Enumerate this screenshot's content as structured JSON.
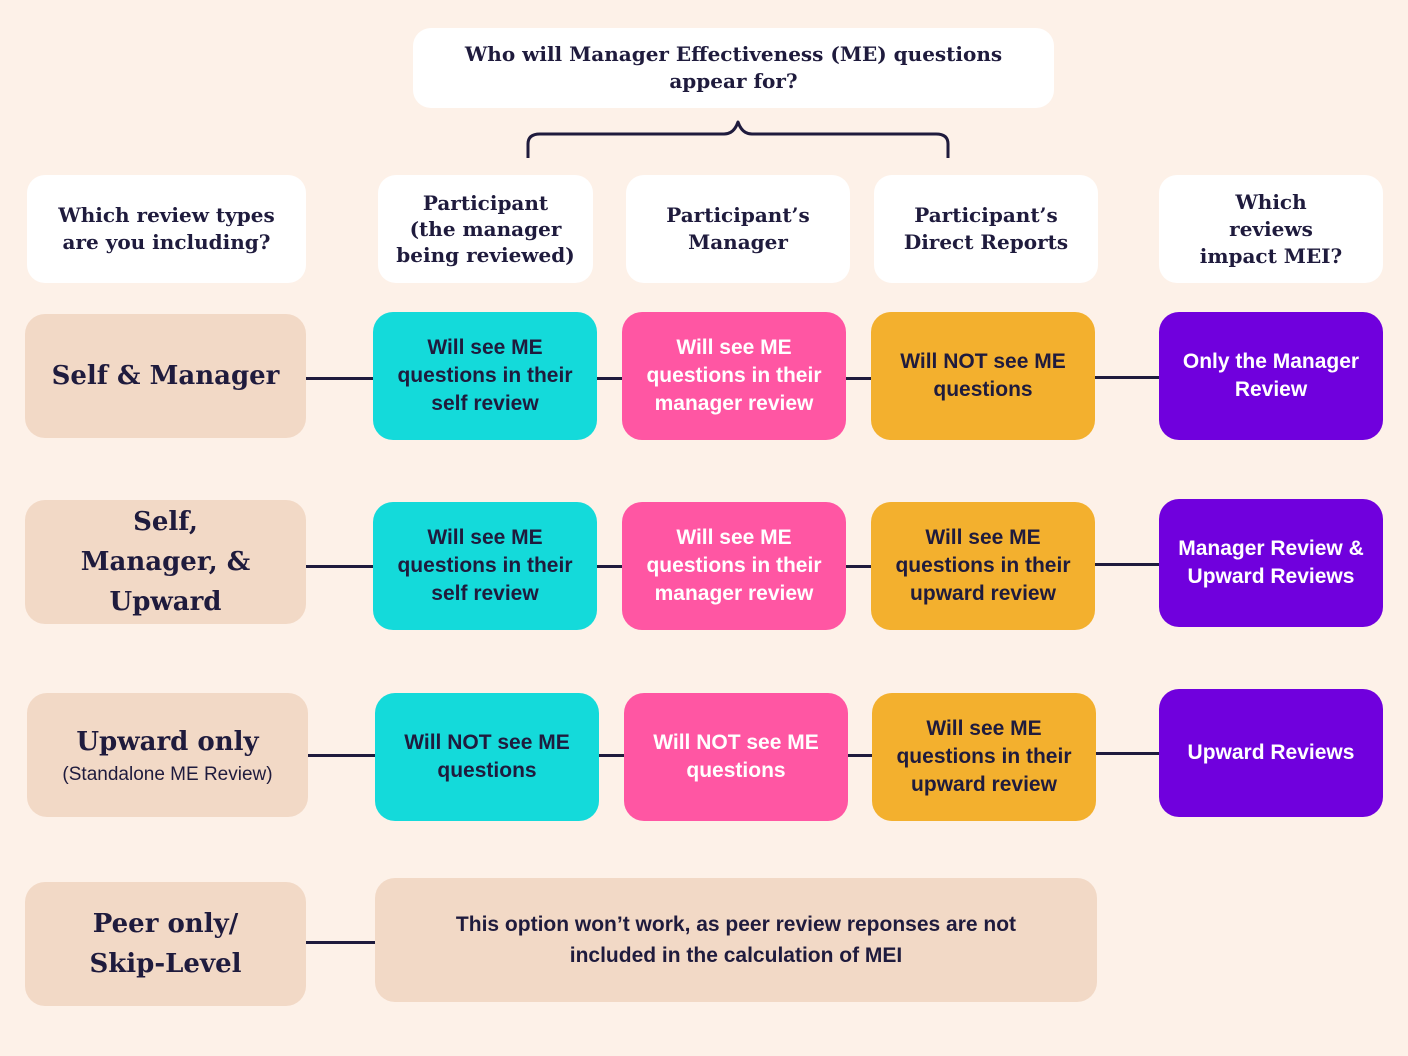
{
  "question": "Who will Manager Effectiveness (ME) questions appear for?",
  "headers": {
    "review_types": "Which review types are you including?",
    "participant_line1": "Participant",
    "participant_line2": "(the manager being reviewed)",
    "manager": "Participant’s Manager",
    "direct_reports": "Participant’s Direct Reports",
    "impact": "Which reviews impact MEI?"
  },
  "rows": [
    {
      "label": "Self & Manager",
      "participant": "Will see ME questions in their self review",
      "manager": "Will see ME questions in their manager review",
      "direct_reports": {
        "pre": "Will ",
        "strong": "NOT",
        "post": " see ME questions"
      },
      "impact": "Only the Manager Review"
    },
    {
      "label": "Self, Manager, & Upward",
      "participant": "Will see ME questions in their self review",
      "manager": "Will see ME questions in their manager review",
      "direct_reports": "Will see ME questions in their upward review",
      "impact": "Manager Review & Upward Reviews"
    },
    {
      "label": "Upward only",
      "sublabel": "(Standalone ME Review)",
      "participant": {
        "pre": "Will ",
        "strong": "NOT",
        "post": " see ME questions"
      },
      "manager": {
        "pre": "Will ",
        "strong": "NOT",
        "post": " see ME questions"
      },
      "direct_reports": "Will see ME questions in their upward review",
      "impact": "Upward Reviews"
    },
    {
      "label": "Peer only/ Skip-Level",
      "note": "This option won’t work, as peer review reponses are not included in the calculation of MEI"
    }
  ],
  "colors": {
    "background": "#fdf1e8",
    "participant": "#14dada",
    "manager": "#ff56a3",
    "direct_reports": "#f3b02e",
    "impact": "#7000dd",
    "label": "#f2d9c6"
  }
}
